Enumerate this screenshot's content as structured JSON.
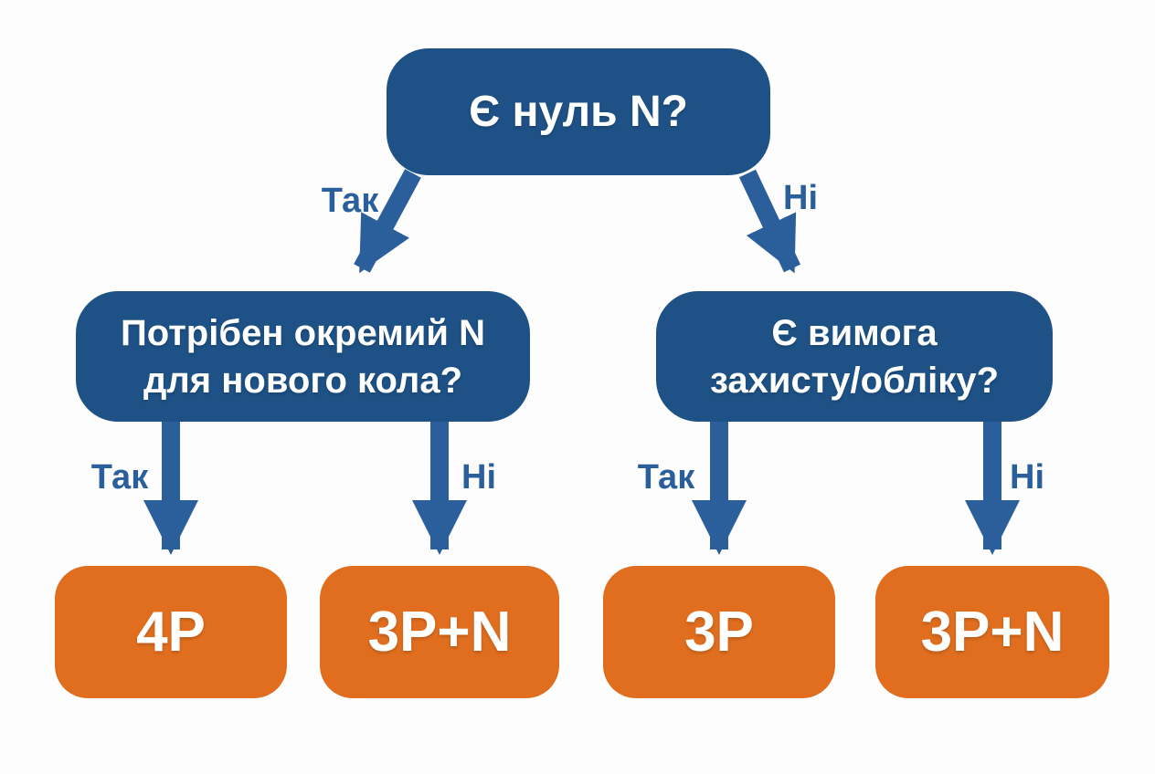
{
  "colors": {
    "node_blue": "#1e5286",
    "arrow_blue": "#2b5f9c",
    "node_orange": "#e06e1e",
    "text_white": "#ffffff",
    "background": "#fdfdfd"
  },
  "diagram": {
    "type": "decision-flowchart",
    "language": "uk",
    "root_question": "Є нуль N?",
    "left_question": "Потрібен окремий N\nдля нового кола?",
    "right_question": "Є вимога\nзахисту/обліку?",
    "outcomes": {
      "left_yes": "4P",
      "left_no": "3P+N",
      "right_yes": "3P",
      "right_no": "3P+N"
    },
    "edge_labels": {
      "root_yes": "Так",
      "root_no": "Ні",
      "left_yes": "Так",
      "left_no": "Ні",
      "right_yes": "Так",
      "right_no": "Ні"
    }
  }
}
